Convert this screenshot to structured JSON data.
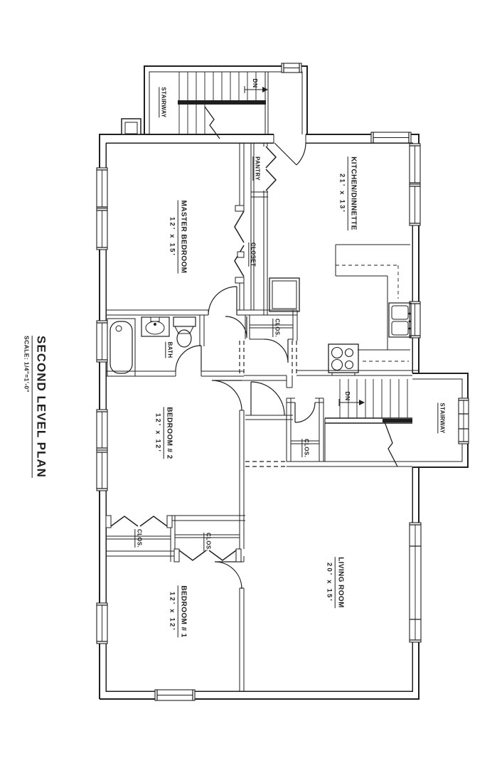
{
  "title_block": {
    "title": "SECOND LEVEL PLAN",
    "scale_note": "SCALE: 1/4\"=1'-0\""
  },
  "rooms": [
    {
      "name": "MASTER BEDROOM",
      "dims": "12' x 15'"
    },
    {
      "name": "KITCHEN/DINNETTE",
      "dims": "21' x 13'"
    },
    {
      "name": "BEDROOM # 2",
      "dims": "12' x 12'"
    },
    {
      "name": "BEDROOM # 1",
      "dims": "12' x 12'"
    },
    {
      "name": "LIVING ROOM",
      "dims": "20' x 15'"
    }
  ],
  "labels": {
    "stairway": "STAIRWAY",
    "down": "DN",
    "pantry": "PANTRY",
    "closet": "CLOSET",
    "bath": "BATH",
    "closet_abbrev": "CLOS."
  },
  "colors": {
    "ink": "#1f1f1f",
    "paper": "#ffffff"
  }
}
